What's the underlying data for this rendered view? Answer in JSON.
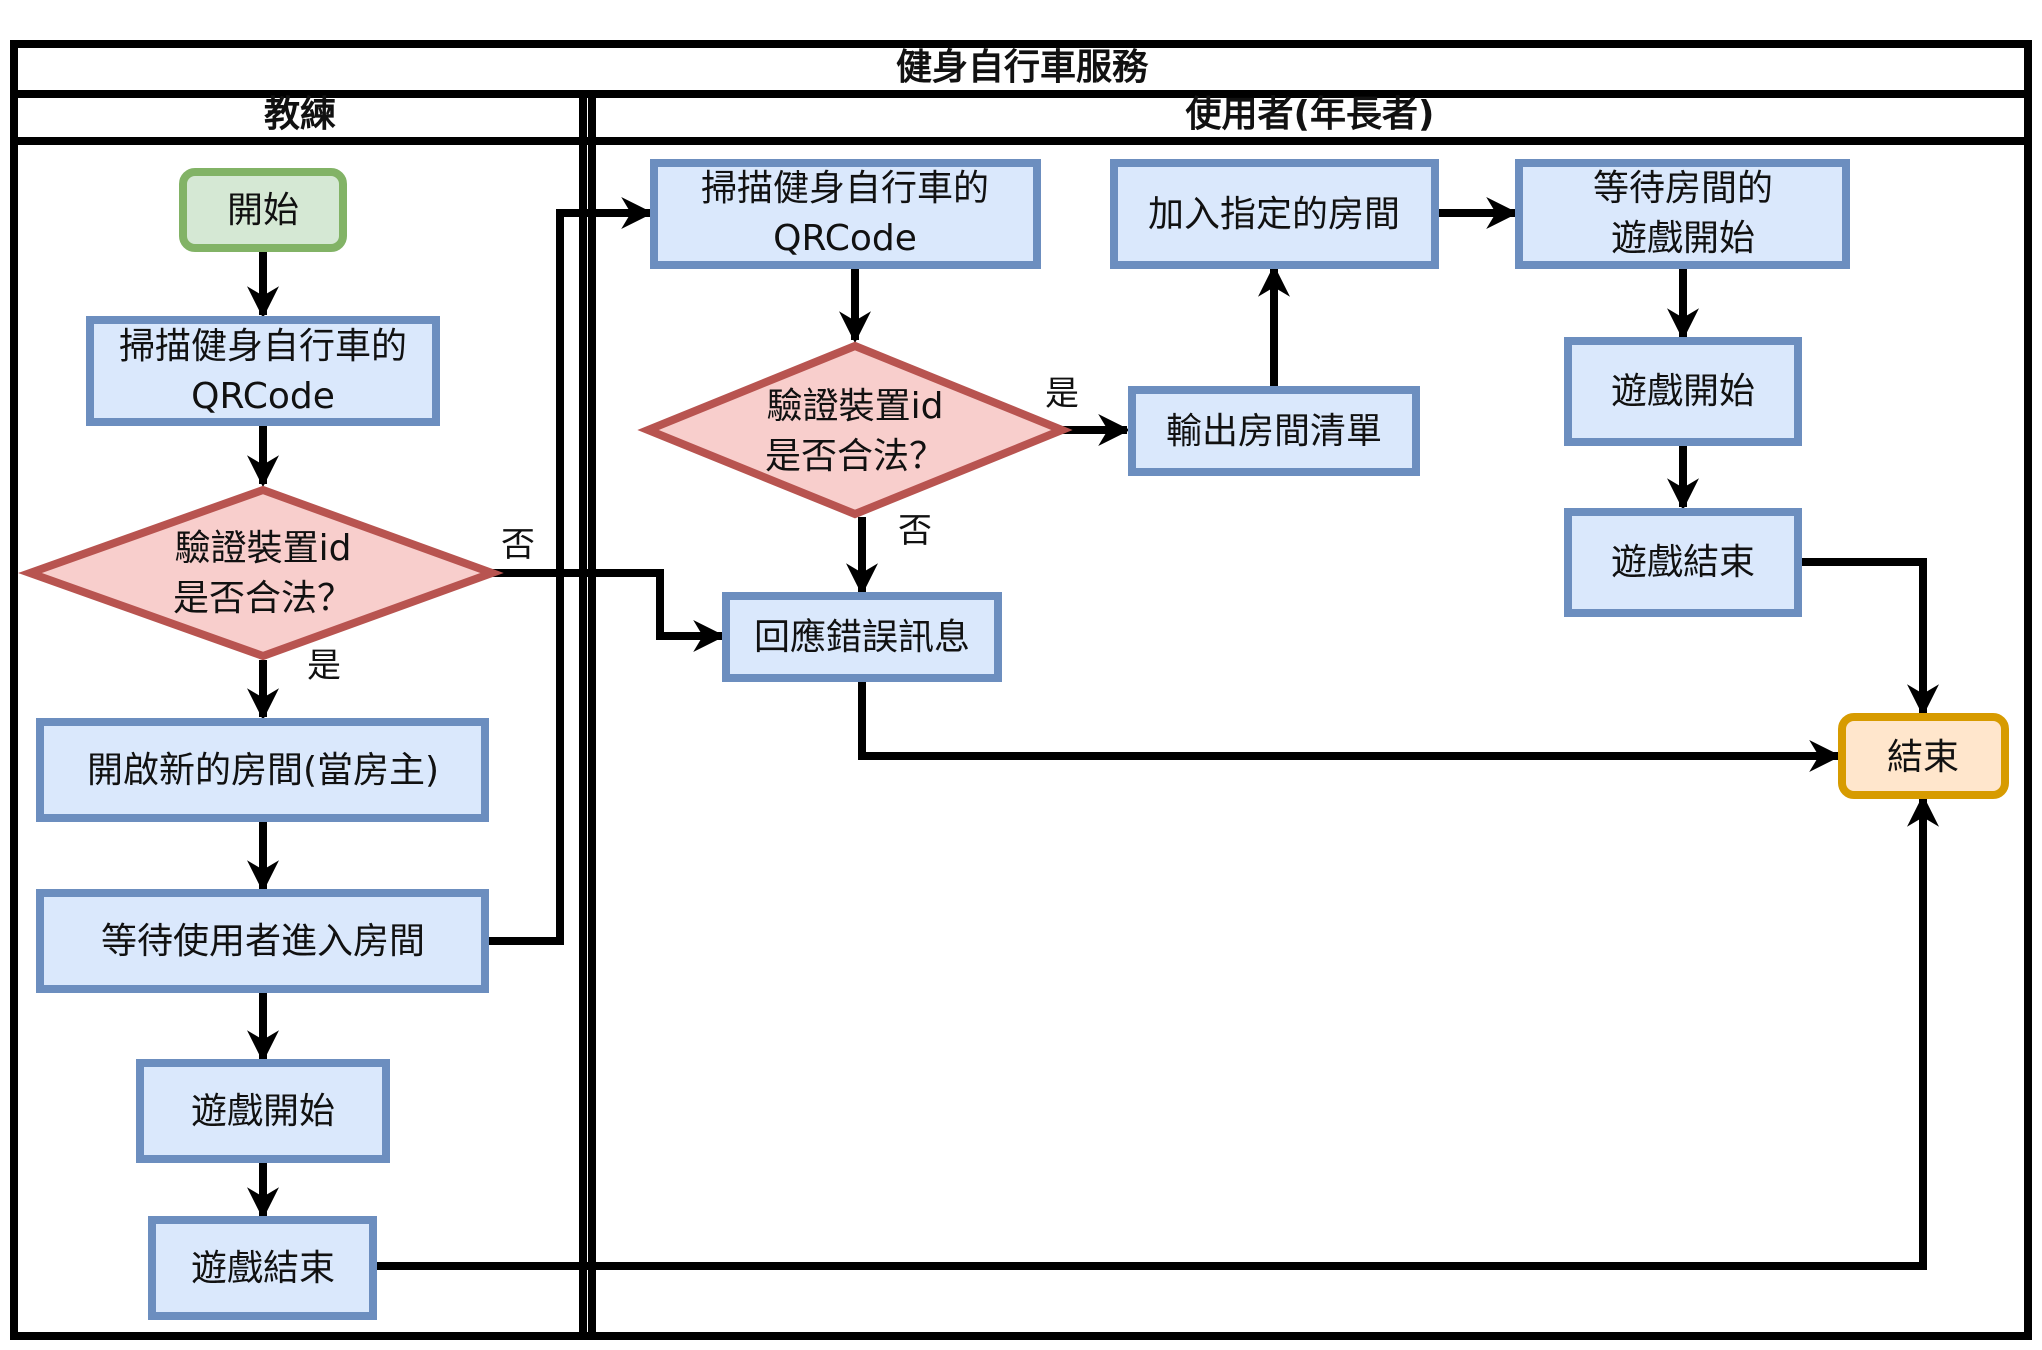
{
  "diagram": {
    "title": "健身自行車服務",
    "lanes": {
      "coach": "教練",
      "user": "使用者(年長者)"
    },
    "nodes": {
      "coach_start": "開始",
      "coach_scan_1": "掃描健身自行車的",
      "coach_scan_2": "QRCode",
      "coach_verify_1": "驗證裝置id",
      "coach_verify_2": "是否合法？",
      "coach_open_room": "開啟新的房間(當房主)",
      "coach_wait": "等待使用者進入房間",
      "coach_game_start": "遊戲開始",
      "coach_game_end": "遊戲結束",
      "user_scan_1": "掃描健身自行車的",
      "user_scan_2": "QRCode",
      "user_verify_1": "驗證裝置id",
      "user_verify_2": "是否合法？",
      "user_room_list": "輸出房間清單",
      "user_join_room": "加入指定的房間",
      "user_wait_1": "等待房間的",
      "user_wait_2": "遊戲開始",
      "user_game_start": "遊戲開始",
      "user_game_end": "遊戲結束",
      "error_msg": "回應錯誤訊息",
      "end": "結束"
    },
    "edge_labels": {
      "coach_no": "否",
      "coach_yes": "是",
      "user_yes": "是",
      "user_no": "否"
    },
    "colors": {
      "process_fill": "#dae8fc",
      "process_stroke": "#6c8ebf",
      "decision_fill": "#f8cecc",
      "decision_stroke": "#b85450",
      "start_fill": "#d5e8d4",
      "start_stroke": "#82b366",
      "end_fill": "#ffe6cc",
      "end_stroke": "#d79b00"
    }
  }
}
